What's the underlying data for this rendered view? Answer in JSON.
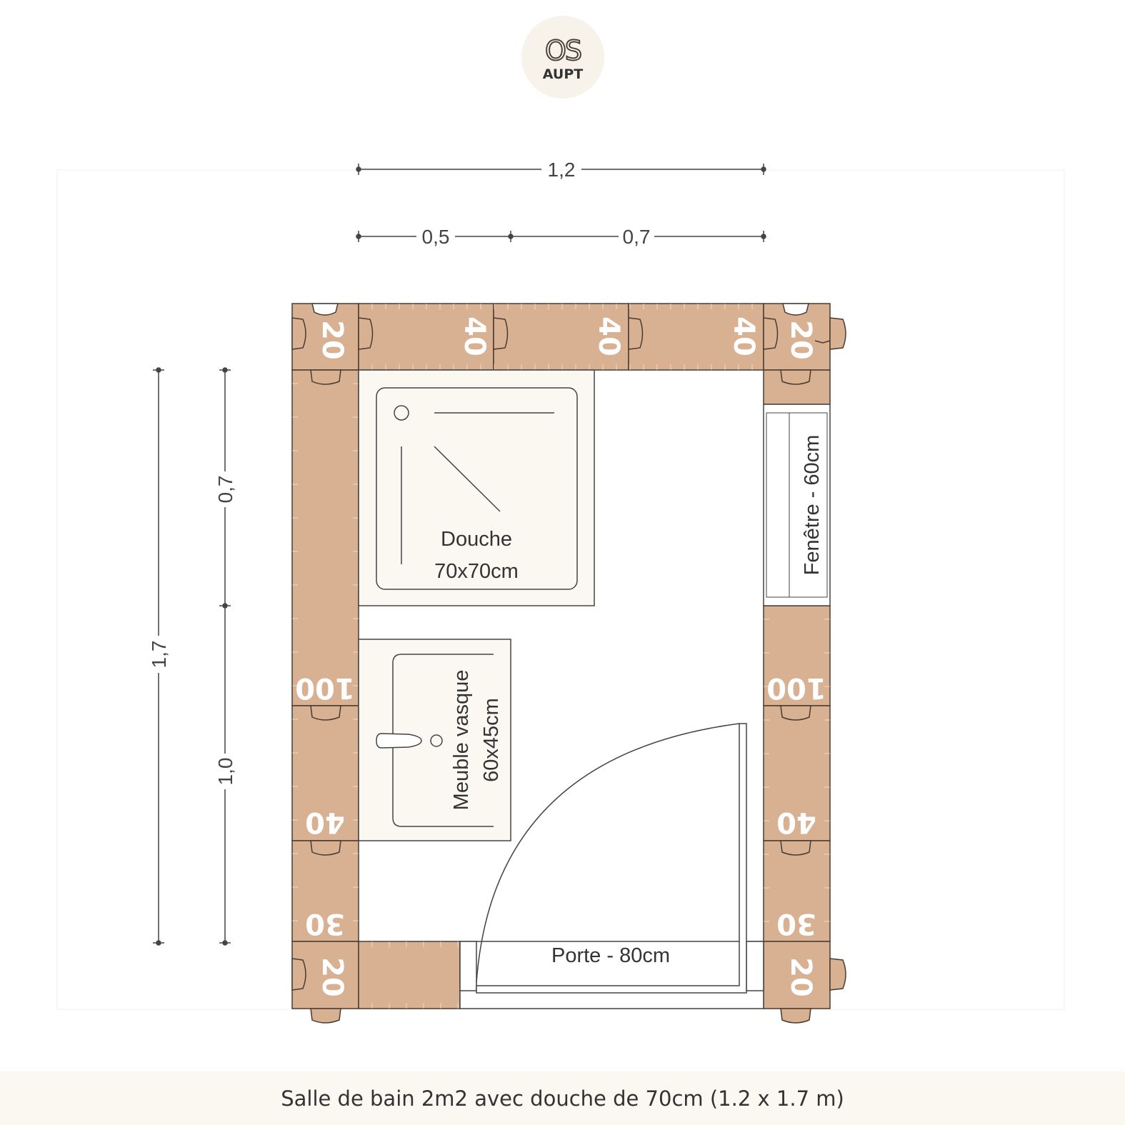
{
  "logo": {
    "top": "OS",
    "bottom": "AUPT"
  },
  "caption": "Salle de bain 2m2 avec douche de 70cm (1.2 x 1.7 m)",
  "dimensions": {
    "width_total": "1,2",
    "width_part1": "0,5",
    "width_part2": "0,7",
    "height_total": "1,7",
    "height_part1": "0,7",
    "height_part2": "1,0"
  },
  "fixtures": {
    "shower_name": "Douche",
    "shower_size": "70x70cm",
    "vanity_name": "Meuble vasque",
    "vanity_size": "60x45cm",
    "window": "Fenêtre - 60cm",
    "door": "Porte - 80cm"
  },
  "pieces": {
    "top_left_corner": "20",
    "top_1": "40",
    "top_2": "40",
    "top_3": "40",
    "top_right_corner": "20",
    "left_1": "100",
    "left_2": "40",
    "left_3": "30",
    "right_1": "100",
    "right_2": "40",
    "right_3": "30",
    "bottom_left_corner": "20",
    "bottom_right_corner": "20"
  },
  "colors": {
    "piece": "#d8b092",
    "piece_stroke": "#4a3b30",
    "fixture_fill": "#fbf8f1",
    "line": "#444444"
  }
}
